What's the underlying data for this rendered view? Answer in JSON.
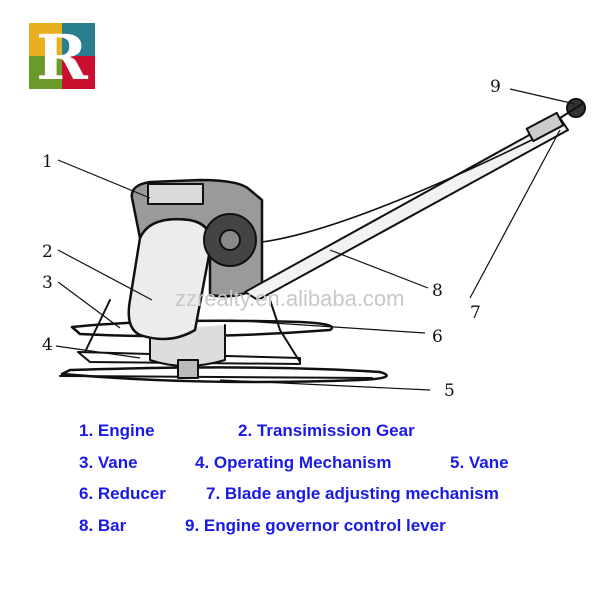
{
  "logo": {
    "letter": "R",
    "colors": {
      "tl": "#e8b020",
      "tr": "#2a7f8f",
      "bl": "#6a9a2a",
      "br": "#c8102e",
      "letter": "#ffffff"
    }
  },
  "watermark": "zzrealty.en.alibaba.com",
  "callouts": [
    "1",
    "2",
    "3",
    "4",
    "5",
    "6",
    "7",
    "8",
    "9"
  ],
  "legend": {
    "color": "#1a1ae6",
    "items": [
      "1. Engine",
      "2. Transimission Gear",
      "3. Vane",
      "4. Operating Mechanism",
      "5. Vane",
      "6. Reducer",
      "7. Blade angle adjusting mechanism",
      "8. Bar",
      "9. Engine governor control lever"
    ]
  }
}
